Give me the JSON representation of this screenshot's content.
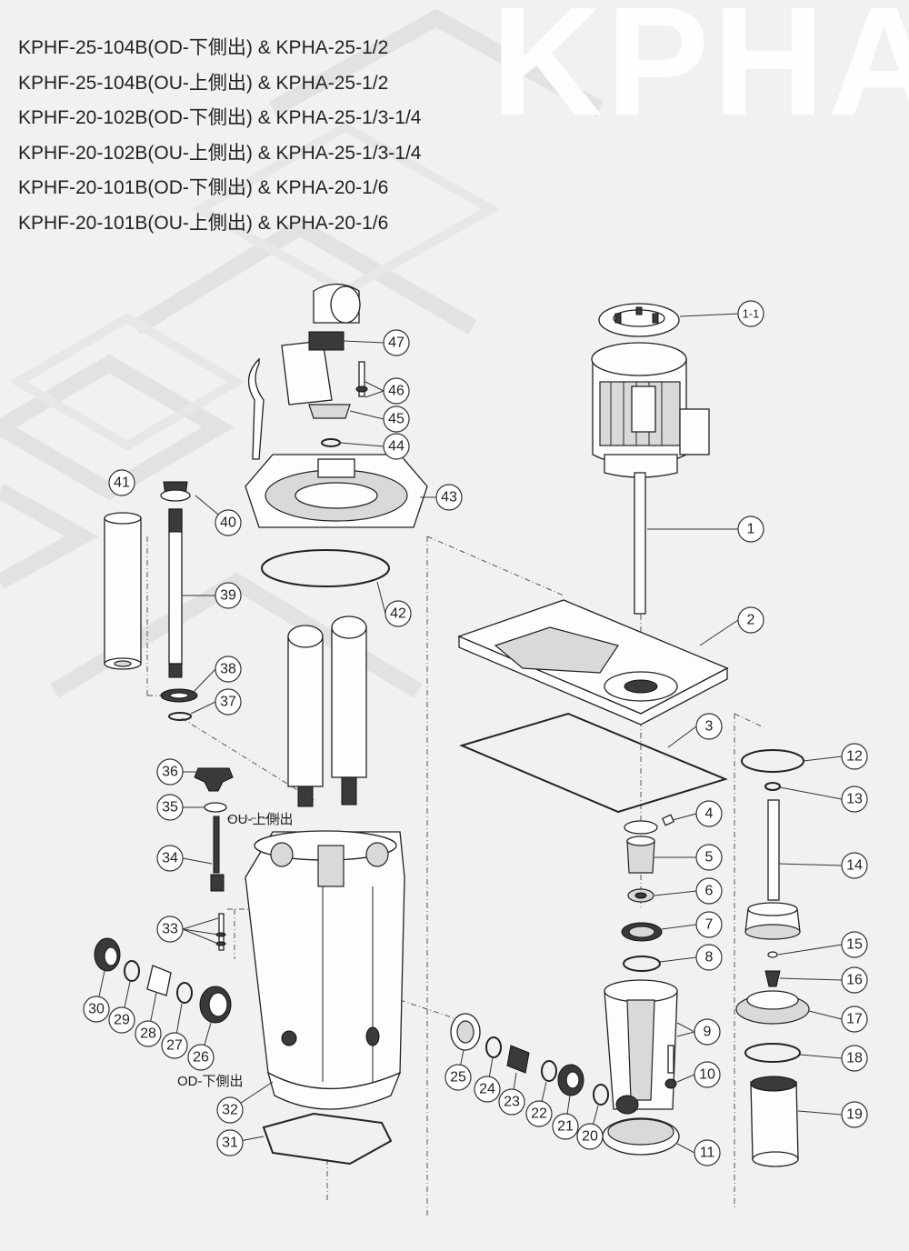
{
  "watermark": "KPHA",
  "titles": [
    "KPHF-25-104B(OD-下側出) & KPHA-25-1/2",
    "KPHF-25-104B(OU-上側出) & KPHA-25-1/2",
    "KPHF-20-102B(OD-下側出) & KPHA-25-1/3-1/4",
    "KPHF-20-102B(OU-上側出) & KPHA-25-1/3-1/4",
    "KPHF-20-101B(OD-下側出) & KPHA-20-1/6",
    "KPHF-20-101B(OU-上側出) & KPHA-20-1/6"
  ],
  "outlet_labels": {
    "ou": "OU-上側出",
    "od": "OD-下側出"
  },
  "part_numbers": {
    "p1_1": "1-1",
    "p1": "1",
    "p2": "2",
    "p3": "3",
    "p4": "4",
    "p5": "5",
    "p6": "6",
    "p7": "7",
    "p8": "8",
    "p9": "9",
    "p10": "10",
    "p11": "11",
    "p12": "12",
    "p13": "13",
    "p14": "14",
    "p15": "15",
    "p16": "16",
    "p17": "17",
    "p18": "18",
    "p19": "19",
    "p20": "20",
    "p21": "21",
    "p22": "22",
    "p23": "23",
    "p24": "24",
    "p25": "25",
    "p26": "26",
    "p27": "27",
    "p28": "28",
    "p29": "29",
    "p30": "30",
    "p31": "31",
    "p32": "32",
    "p33": "33",
    "p34": "34",
    "p35": "35",
    "p36": "36",
    "p37": "37",
    "p38": "38",
    "p39": "39",
    "p40": "40",
    "p41": "41",
    "p42": "42",
    "p43": "43",
    "p44": "44",
    "p45": "45",
    "p46": "46",
    "p47": "47"
  }
}
